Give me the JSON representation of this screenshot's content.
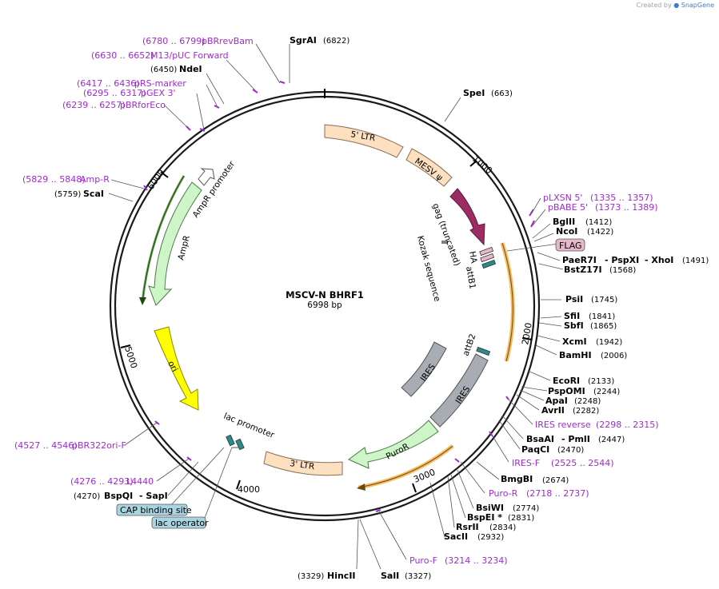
{
  "credit": {
    "prefix": "Created by",
    "brand": "SnapGene"
  },
  "plasmid": {
    "name": "MSCV-N BHRF1",
    "length": "6998 bp"
  },
  "ticks": [
    "1000",
    "2000",
    "3000",
    "4000",
    "5000",
    "6000"
  ],
  "features": {
    "ltr5": "5' LTR",
    "mesv": "MESV ψ",
    "gag": "gag (truncated)",
    "kozak": "Kozak sequence",
    "ha": "HA",
    "attb1": "attB1",
    "attb2": "attB2",
    "ires_inner": "IRES",
    "ires_outer": "IRES",
    "puror": "PuroR",
    "ltr3": "3' LTR",
    "lac_promoter": "lac promoter",
    "ori": "ori",
    "ampr": "AmpR",
    "ampr_promoter": "AmpR promoter"
  },
  "left_labels": [
    {
      "pos": "(6780 .. 6799)",
      "name": "pBRrevBam",
      "kind": "primer"
    },
    {
      "pos": "(6630 .. 6652)",
      "name": "M13/pUC Forward",
      "kind": "primer"
    },
    {
      "pos": "(6450)",
      "name": "NdeI",
      "kind": "enzyme"
    },
    {
      "pos": "(6417 .. 6436)",
      "name": "pRS-marker",
      "kind": "primer"
    },
    {
      "pos": "(6295 .. 6317)",
      "name": "pGEX 3'",
      "kind": "primer"
    },
    {
      "pos": "(6239 .. 6257)",
      "name": "pBRforEco",
      "kind": "primer"
    },
    {
      "pos": "(5829 .. 5848)",
      "name": "Amp-R",
      "kind": "primer"
    },
    {
      "pos": "(5759)",
      "name": "ScaI",
      "kind": "enzyme"
    },
    {
      "pos": "(4527 .. 4546)",
      "name": "pBR322ori-F",
      "kind": "primer"
    },
    {
      "pos": "(4276 .. 4293)",
      "name": "L4440",
      "kind": "primer"
    },
    {
      "pos": "(4270)",
      "name": "BspQI",
      "kind": "enzyme"
    }
  ],
  "sapi": "- SapI",
  "boxes": {
    "cap": "CAP binding site",
    "lacop": "lac operator",
    "flag": "FLAG"
  },
  "top_labels": [
    {
      "name": "SgrAI",
      "pos": "(6822)"
    },
    {
      "name": "SpeI",
      "pos": "(663)"
    }
  ],
  "right_labels": [
    {
      "name": "pLXSN 5'",
      "pos": "(1335 .. 1357)",
      "kind": "primer"
    },
    {
      "name": "pBABE 5'",
      "pos": "(1373 .. 1389)",
      "kind": "primer"
    },
    {
      "name": "BglII",
      "pos": "(1412)",
      "kind": "enzyme"
    },
    {
      "name": "NcoI",
      "pos": "(1422)",
      "kind": "enzyme"
    },
    {
      "name": "PaeR7I",
      "pos": "",
      "kind": "enzyme"
    },
    {
      "name": "- PspXI",
      "pos": "",
      "kind": "enzyme"
    },
    {
      "name": "- XhoI",
      "pos": "(1491)",
      "kind": "enzyme"
    },
    {
      "name": "BstZ17I",
      "pos": "(1568)",
      "kind": "enzyme"
    },
    {
      "name": "PsiI",
      "pos": "(1745)",
      "kind": "enzyme"
    },
    {
      "name": "SfiI",
      "pos": "(1841)",
      "kind": "enzyme"
    },
    {
      "name": "SbfI",
      "pos": "(1865)",
      "kind": "enzyme"
    },
    {
      "name": "XcmI",
      "pos": "(1942)",
      "kind": "enzyme"
    },
    {
      "name": "BamHI",
      "pos": "(2006)",
      "kind": "enzyme"
    },
    {
      "name": "EcoRI",
      "pos": "(2133)",
      "kind": "enzyme"
    },
    {
      "name": "PspOMI",
      "pos": "(2244)",
      "kind": "enzyme"
    },
    {
      "name": "ApaI",
      "pos": "(2248)",
      "kind": "enzyme"
    },
    {
      "name": "AvrII",
      "pos": "(2282)",
      "kind": "enzyme"
    },
    {
      "name": "IRES reverse",
      "pos": "(2298 .. 2315)",
      "kind": "primer"
    },
    {
      "name": "BsaAI",
      "pos": "",
      "kind": "enzyme"
    },
    {
      "name": "- PmlI",
      "pos": "(2447)",
      "kind": "enzyme"
    },
    {
      "name": "PaqCI",
      "pos": "(2470)",
      "kind": "enzyme"
    },
    {
      "name": "IRES-F",
      "pos": "(2525 .. 2544)",
      "kind": "primer"
    },
    {
      "name": "BmgBI",
      "pos": "(2674)",
      "kind": "enzyme"
    },
    {
      "name": "Puro-R",
      "pos": "(2718 .. 2737)",
      "kind": "primer"
    },
    {
      "name": "BsiWI",
      "pos": "(2774)",
      "kind": "enzyme"
    },
    {
      "name": "BspEI *",
      "pos": "(2831)",
      "kind": "enzyme"
    },
    {
      "name": "RsrII",
      "pos": "(2834)",
      "kind": "enzyme"
    },
    {
      "name": "SacII",
      "pos": "(2932)",
      "kind": "enzyme"
    },
    {
      "name": "Puro-F",
      "pos": "(3214 .. 3234)",
      "kind": "primer"
    }
  ],
  "bottom_labels": [
    {
      "pos": "(3329)",
      "name": "HincII"
    },
    {
      "name": "SalI",
      "pos": "(3327)"
    }
  ],
  "colors": {
    "backbone": "#1a1a1a",
    "ltr": "#fde0c0",
    "mesv": "#fde0c0",
    "gag": "#9b2d63",
    "ires": "#a7adb3",
    "puror": "#cdf5c8",
    "ori": "#ffff00",
    "ampr": "#cdf5c8",
    "amp_highlight": "#2f7a14",
    "orange_highlight": "#f4a732",
    "primer": "#a02ad1",
    "flag_box": "#e7b8cc",
    "lac_box": "#a9d4e2"
  }
}
